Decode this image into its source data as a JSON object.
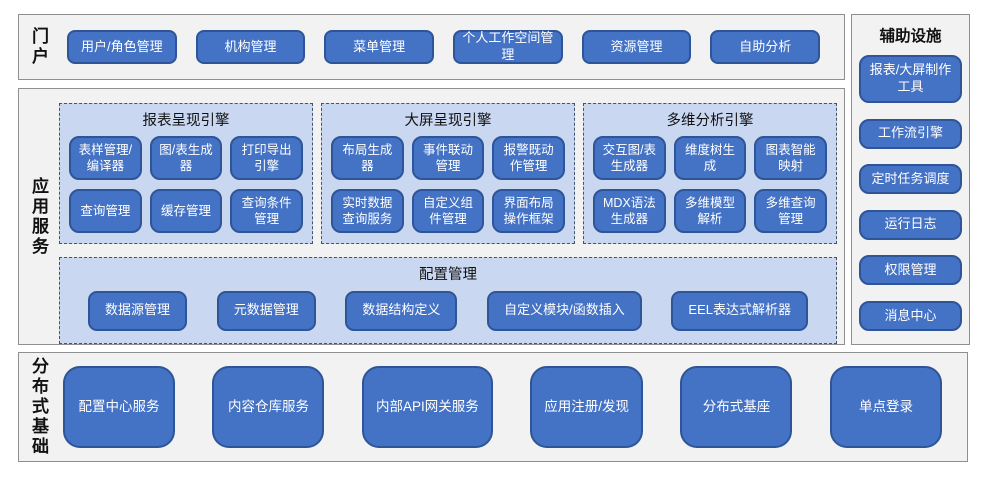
{
  "colors": {
    "node_fill": "#4472c4",
    "node_border": "#2e5597",
    "panel_fill": "#c9d7f1",
    "panel_border": "#44546a",
    "section_fill": "#f2f2f2",
    "section_border": "#8f8f8f"
  },
  "portal": {
    "label": "门户",
    "buttons": [
      "用户/角色管理",
      "机构管理",
      "菜单管理",
      "个人工作空间管理",
      "资源管理",
      "自助分析"
    ]
  },
  "app_services": {
    "label": "应用服务",
    "engines": [
      {
        "title": "报表呈现引擎",
        "buttons": [
          "表样管理/编译器",
          "图/表生成器",
          "打印导出引擎",
          "查询管理",
          "缓存管理",
          "查询条件管理"
        ]
      },
      {
        "title": "大屏呈现引擎",
        "buttons": [
          "布局生成器",
          "事件联动管理",
          "报警既动作管理",
          "实时数据查询服务",
          "自定义组件管理",
          "界面布局操作框架"
        ]
      },
      {
        "title": "多维分析引擎",
        "buttons": [
          "交互图/表生成器",
          "维度树生成",
          "图表智能映射",
          "MDX语法生成器",
          "多维模型解析",
          "多维查询管理"
        ]
      }
    ],
    "config": {
      "title": "配置管理",
      "buttons": [
        "数据源管理",
        "元数据管理",
        "数据结构定义",
        "自定义模块/函数插入",
        "EEL表达式解析器"
      ]
    }
  },
  "auxiliary": {
    "title": "辅助设施",
    "buttons": [
      "报表/大屏制作工具",
      "工作流引擎",
      "定时任务调度",
      "运行日志",
      "权限管理",
      "消息中心"
    ]
  },
  "distributed": {
    "label": "分布式基础",
    "buttons": [
      "配置中心服务",
      "内容仓库服务",
      "内部API网关服务",
      "应用注册/发现",
      "分布式基座",
      "单点登录"
    ]
  }
}
